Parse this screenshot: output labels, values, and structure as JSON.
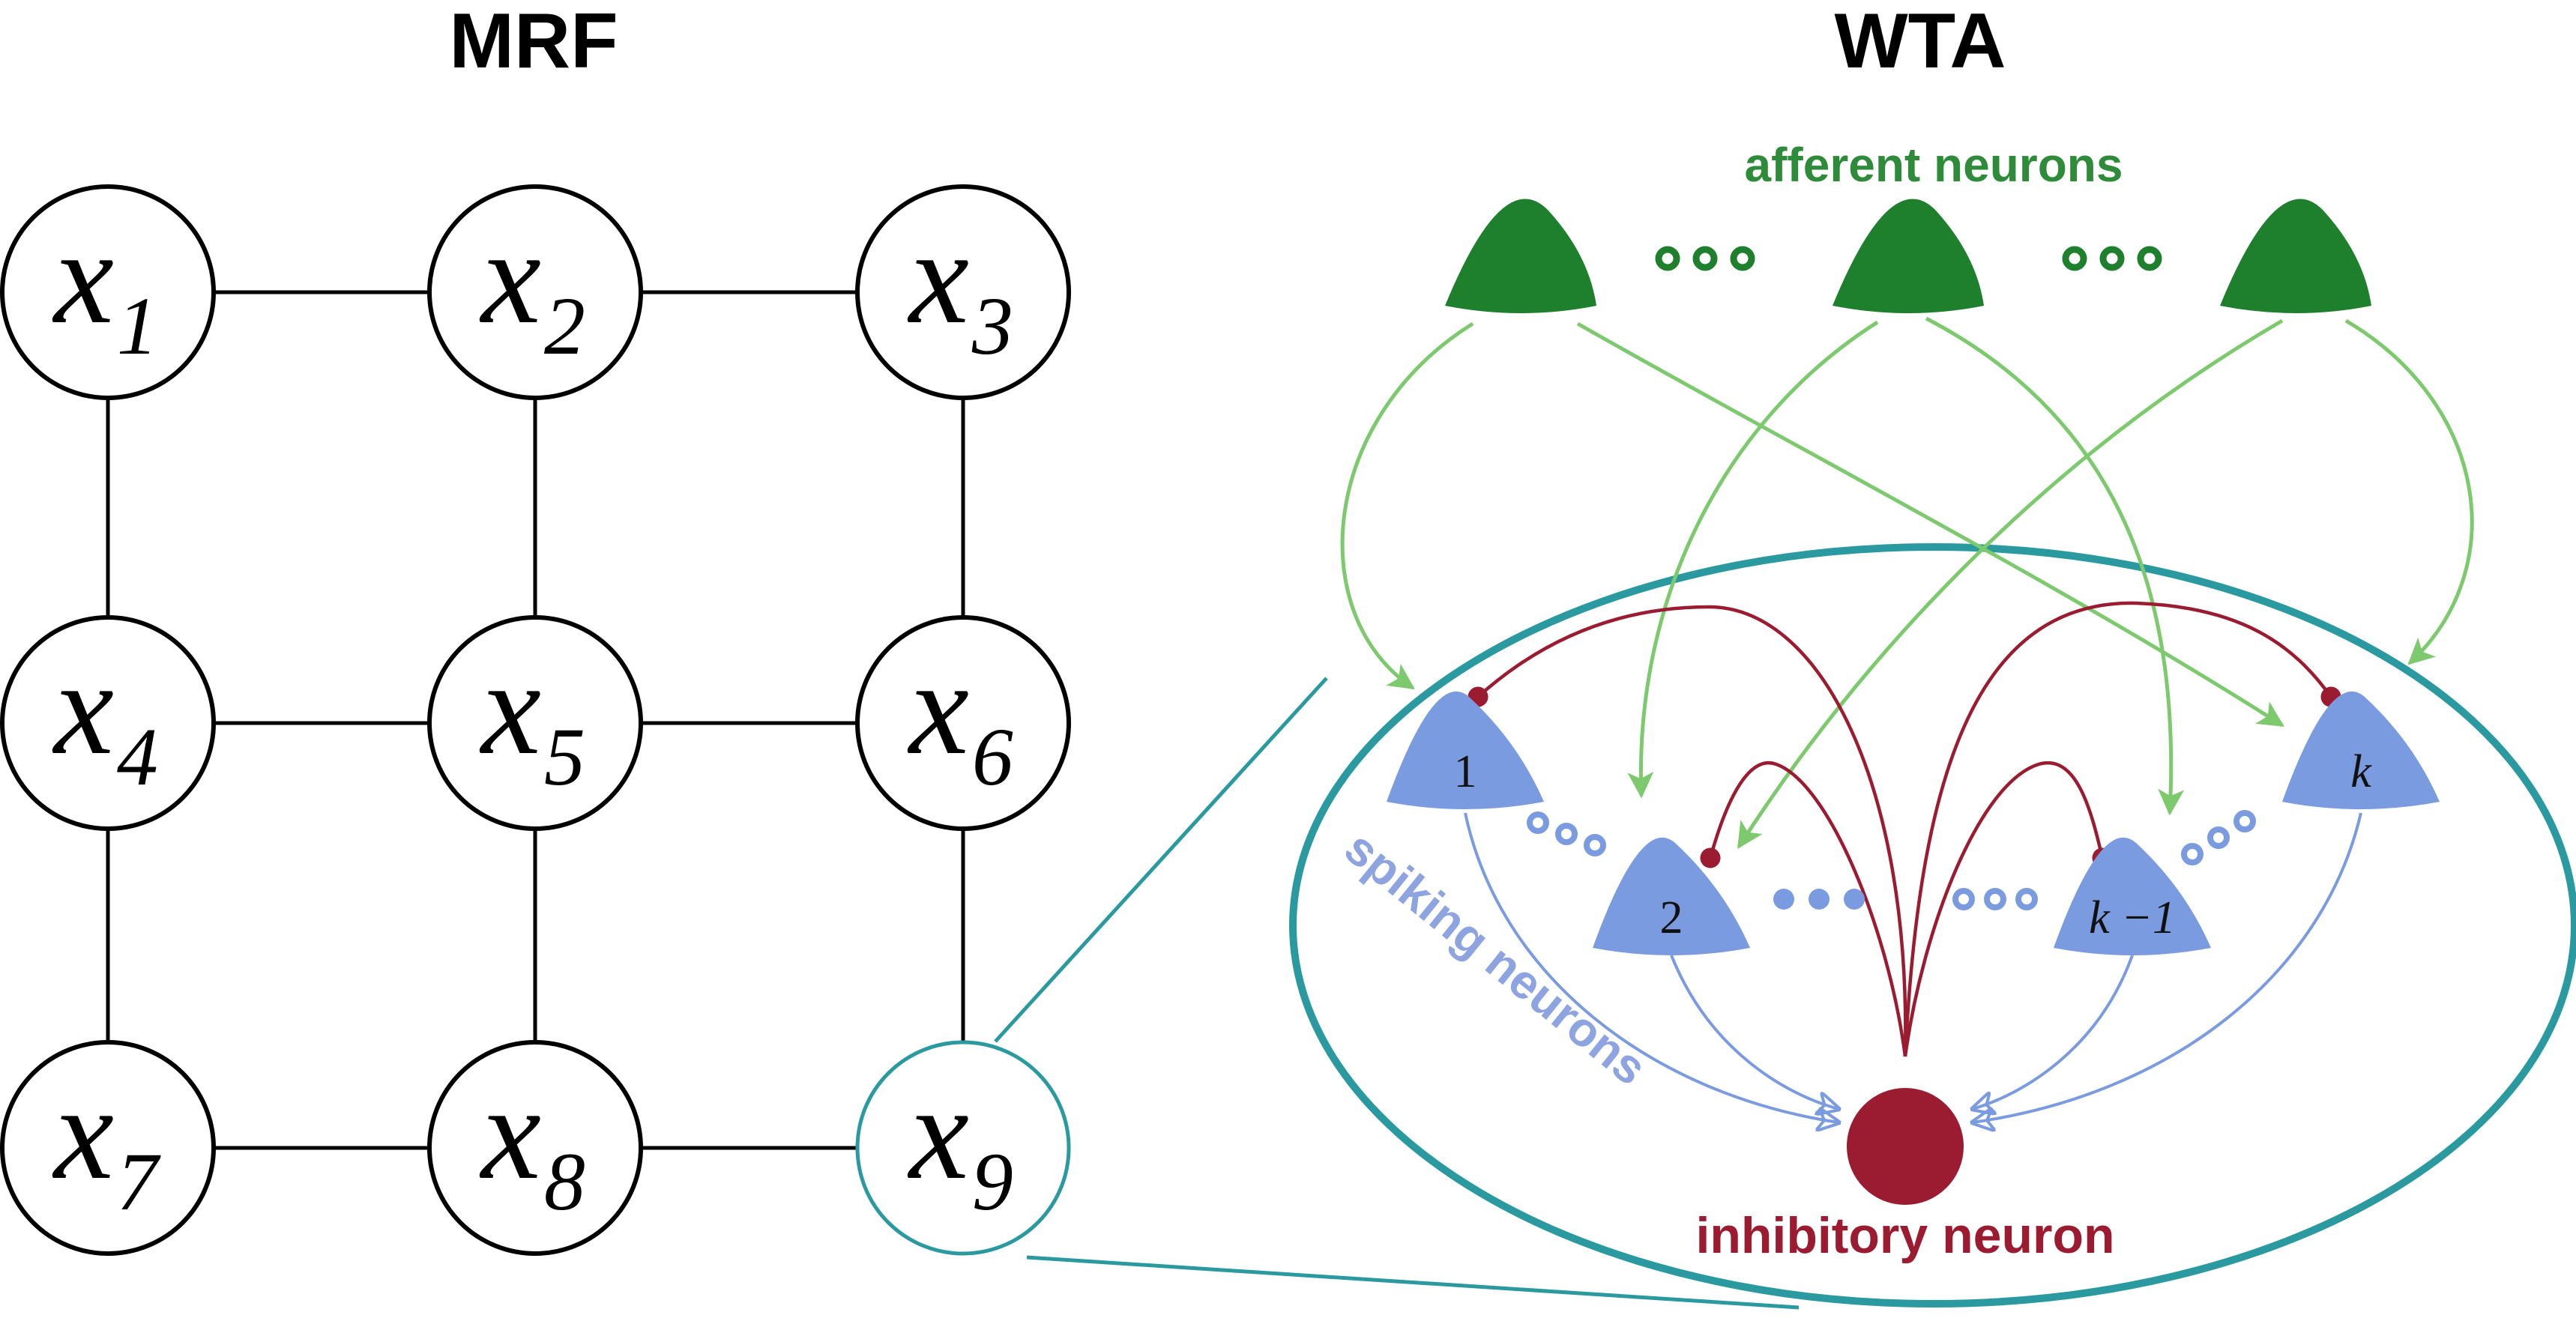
{
  "titles": {
    "left": "MRF",
    "right": "WTA"
  },
  "mrf": {
    "variable": "x",
    "nodes": [
      {
        "id": "1"
      },
      {
        "id": "2"
      },
      {
        "id": "3"
      },
      {
        "id": "4"
      },
      {
        "id": "5"
      },
      {
        "id": "6"
      },
      {
        "id": "7"
      },
      {
        "id": "8"
      },
      {
        "id": "9"
      }
    ],
    "highlighted": "9"
  },
  "wta": {
    "afferent_label": "afferent neurons",
    "spiking_label": "spiking neurons",
    "inhibitory_label": "inhibitory neuron",
    "spiking": [
      {
        "key": "1",
        "label": "1",
        "italic": false
      },
      {
        "key": "2",
        "label": "2",
        "italic": false
      },
      {
        "key": "k-1",
        "label": "k −1",
        "italic": true
      },
      {
        "key": "k",
        "label": "k",
        "italic": true
      }
    ]
  },
  "colors": {
    "afferent": "#1e7f2d",
    "excitatory": "#7cc96e",
    "spiking": "#7b9be0",
    "inhibitory": "#9b1b30",
    "ellipse": "#2a9aa0",
    "node_stroke": "#000000"
  }
}
